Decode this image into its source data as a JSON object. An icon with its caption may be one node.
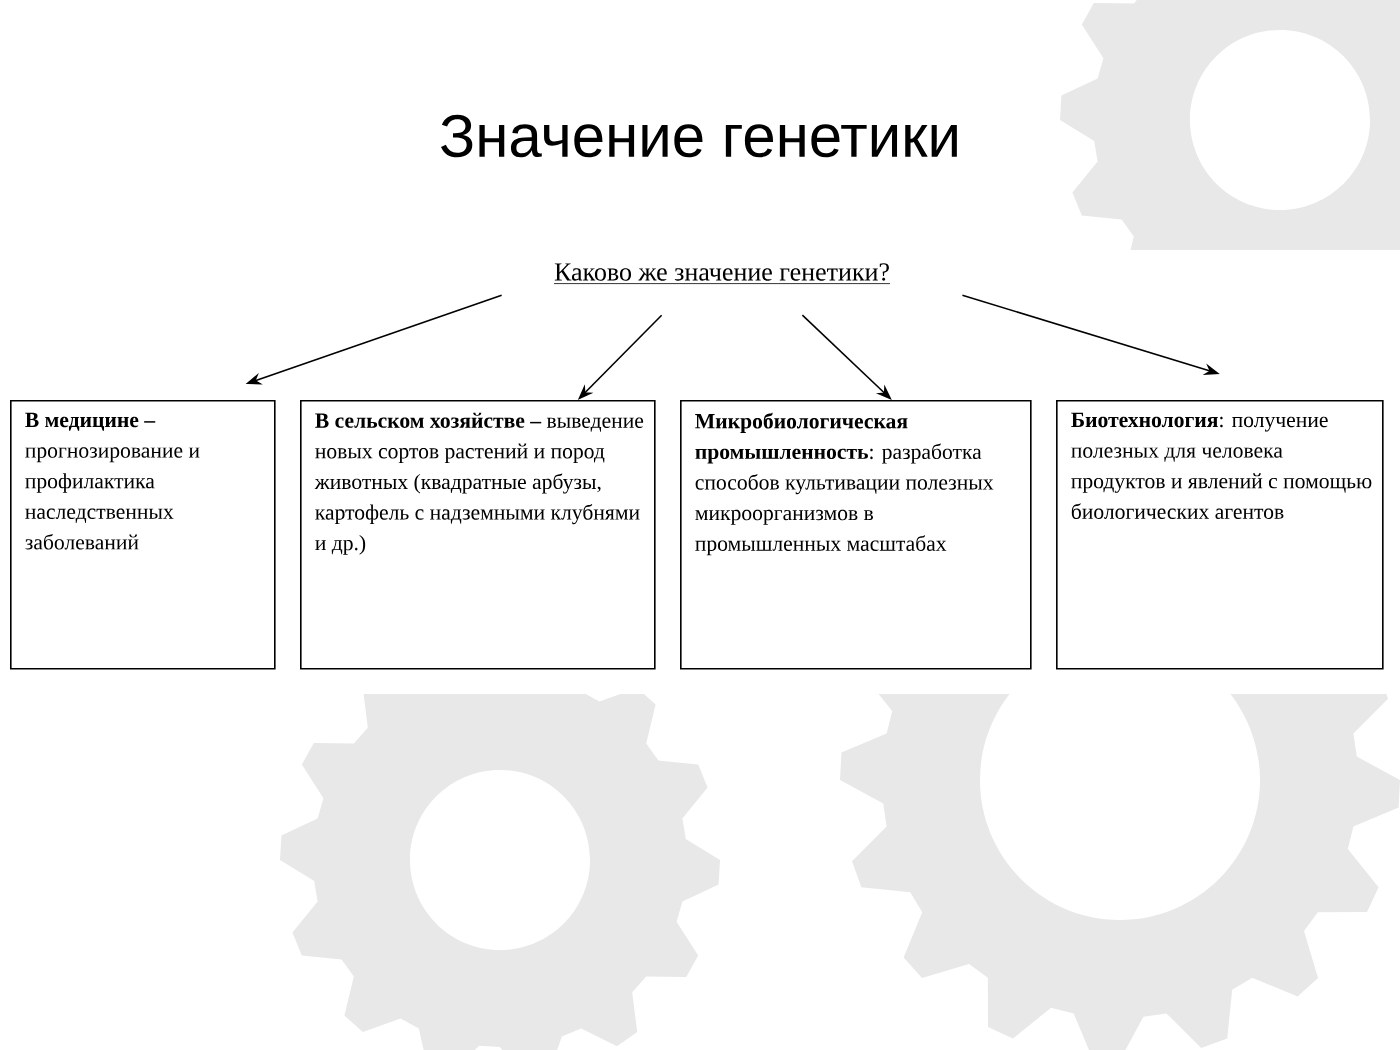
{
  "diagram": {
    "title": "Значение генетики",
    "nodes": [
      {
        "text": [
          "Каково же значение генетики?"
        ]
      },
      {
        "text": [
          "**В медицине –** прогнозирование и профилактика наследственных заболеваний"
        ]
      },
      {
        "text": [
          "**В сельском хозяйстве –** выведение новых сортов растений и пород животных (квадратные арбузы, картофель с надземными клубнями и др.)"
        ]
      },
      {
        "text": [
          "**Микробиологическая промышленность**: разработка способов культивации полезных микроорганизмов в промышленных масштабах"
        ]
      },
      {
        "text": [
          "**Биотехнология**: получение полезных для человека продуктов и явлений с помощью биологических агентов"
        ]
      }
    ],
    "edges": [
      {
        "from": 0,
        "to": 1,
        "arrow": "to"
      },
      {
        "from": 0,
        "to": 2,
        "arrow": "to"
      },
      {
        "from": 0,
        "to": 3,
        "arrow": "to"
      },
      {
        "from": 0,
        "to": 4,
        "arrow": "to"
      }
    ]
  }
}
